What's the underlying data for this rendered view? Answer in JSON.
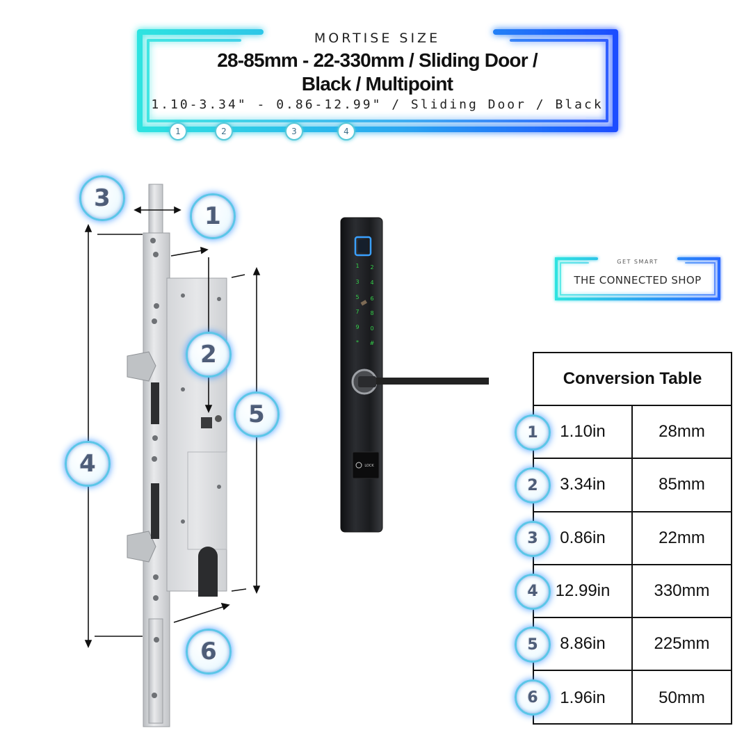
{
  "header": {
    "subtitle": "MORTISE SIZE",
    "title_line1": "28-85mm - 22-330mm / Sliding Door /",
    "title_line2": "Black / Multipoint",
    "imperial_line": "1.10-3.34\" - 0.86-12.99\" / Sliding Door / Black",
    "steps": [
      "1",
      "2",
      "3",
      "4"
    ],
    "colors": {
      "cyan": "#2fe3e0",
      "blue": "#1a5bff"
    }
  },
  "diagram": {
    "badges": [
      "3",
      "1",
      "2",
      "5",
      "4",
      "6"
    ]
  },
  "handle": {
    "keypad": [
      "1",
      "2",
      "3",
      "4",
      "5",
      "6",
      "7",
      "8",
      "9",
      "0",
      "*",
      "#"
    ],
    "lock_label": "LOCK"
  },
  "logo": {
    "tagline": "GET SMART",
    "name": "THE CONNECTED SHOP"
  },
  "table": {
    "title": "Conversion Table",
    "rows": [
      {
        "num": "1",
        "inch": "1.10in",
        "mm": "28mm"
      },
      {
        "num": "2",
        "inch": "3.34in",
        "mm": "85mm"
      },
      {
        "num": "3",
        "inch": "0.86in",
        "mm": "22mm"
      },
      {
        "num": "4",
        "inch": "12.99in",
        "mm": "330mm"
      },
      {
        "num": "5",
        "inch": "8.86in",
        "mm": "225mm"
      },
      {
        "num": "6",
        "inch": "1.96in",
        "mm": "50mm"
      }
    ]
  }
}
